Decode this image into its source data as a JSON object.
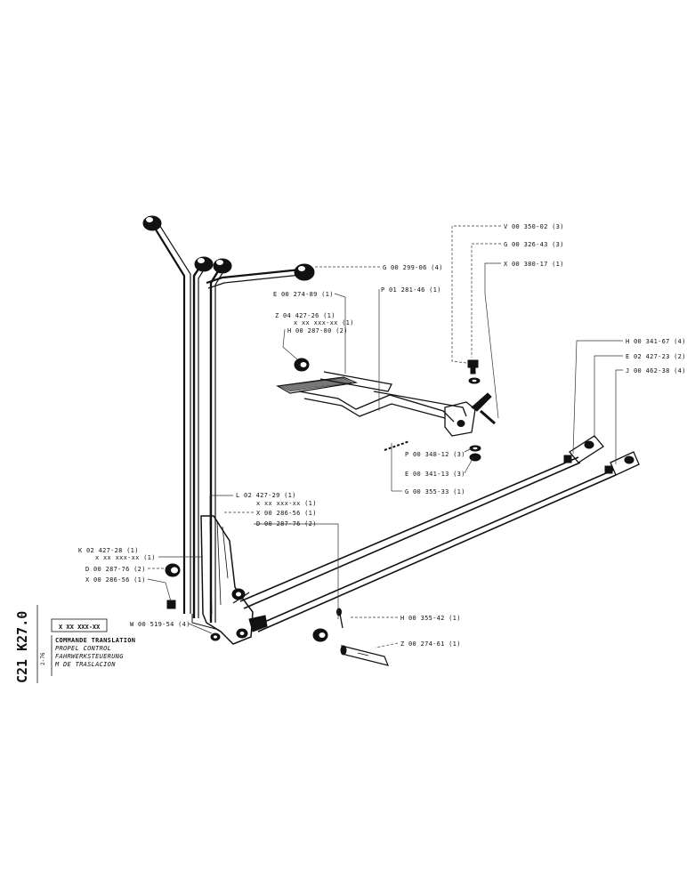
{
  "labels": {
    "v0035002": "V 00 350-02 (3)",
    "g0032643": "G 00 326-43 (3)",
    "x0038017": "X 00 380-17 (1)",
    "g0029906": "G 00 299-06 (4)",
    "e0027489": "E 00 274-89 (1)",
    "p0128146": "P 01 281-46 (1)",
    "z0442726": "Z 04 427-26 (1)",
    "z0442726_sub": "x xx xxx-xx (1)",
    "h0028780": "H 00 287-80 (2)",
    "h0034167": "H 00 341-67 (4)",
    "e0242723": "E 02 427-23 (2)",
    "j0046238": "J 00 462-38 (4)",
    "p0034812": "P 00 348-12 (3)",
    "e0034113": "E 00 341-13 (3)",
    "g0035533": "G 00 355-33 (1)",
    "l0242729": "L 02 427-29 (1)",
    "l0242729_sub": "x xx xxx-xx (1)",
    "x0028656a": "X 00 286-56 (1)",
    "d0028776a": "D 00 287-76 (2)",
    "k0242728": "K 02 427-28 (1)",
    "k0242728_sub": "x xx xxx-xx (1)",
    "d0028776b": "D 00 287-76 (2)",
    "x0028656b": "X 00 286-56 (1)",
    "w0051954": "W 00 519-54 (4)",
    "h0035542": "H 00 355-42 (1)",
    "z0027461": "Z 00 274-61 (1)"
  },
  "side_text": {
    "model_code": "C21  K27.0",
    "date_code": "2-76"
  },
  "title_block": {
    "assembly_number": "X  XX  XXX-XX",
    "fr": "COMMANDE TRANSLATION",
    "en": "PROPEL CONTROL",
    "de": "FAHRWERKSTEUERUNG",
    "es": "M      DE TRASLACION"
  }
}
